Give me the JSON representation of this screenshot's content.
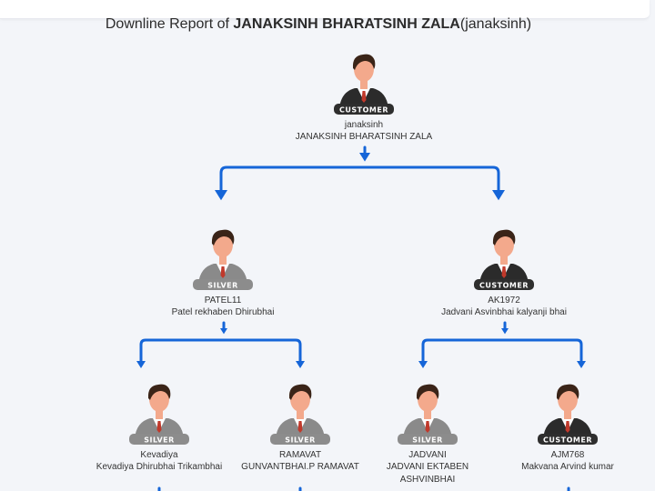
{
  "report": {
    "title_prefix": "Downline Report of ",
    "title_name": "JANAKSINH BHARATSINH ZALA",
    "title_suffix": "(janaksinh)"
  },
  "colors": {
    "connector": "#1565d8",
    "customer_badge": "#2e2e2e",
    "silver_badge": "#8c8c8c",
    "skin": "#f3a98c",
    "hair": "#3a2418",
    "tie": "#c0392b"
  },
  "tree": {
    "root": {
      "rank": "CUSTOMER",
      "user_id": "janaksinh",
      "name": "JANAKSINH BHARATSINH ZALA"
    },
    "level1": [
      {
        "rank": "SILVER",
        "user_id": "PATEL11",
        "name": "Patel rekhaben Dhirubhai"
      },
      {
        "rank": "CUSTOMER",
        "user_id": "AK1972",
        "name": "Jadvani Asvinbhai kalyanji bhai"
      }
    ],
    "level2": [
      {
        "rank": "SILVER",
        "user_id": "Kevadiya",
        "name": "Kevadiya Dhirubhai Trikambhai"
      },
      {
        "rank": "SILVER",
        "user_id": "RAMAVAT",
        "name": "GUNVANTBHAI.P RAMAVAT"
      },
      {
        "rank": "SILVER",
        "user_id": "JADVANI",
        "name": "JADVANI EKTABEN ASHVINBHAI"
      },
      {
        "rank": "CUSTOMER",
        "user_id": "AJM768",
        "name": "Makvana Arvind kumar"
      }
    ]
  }
}
